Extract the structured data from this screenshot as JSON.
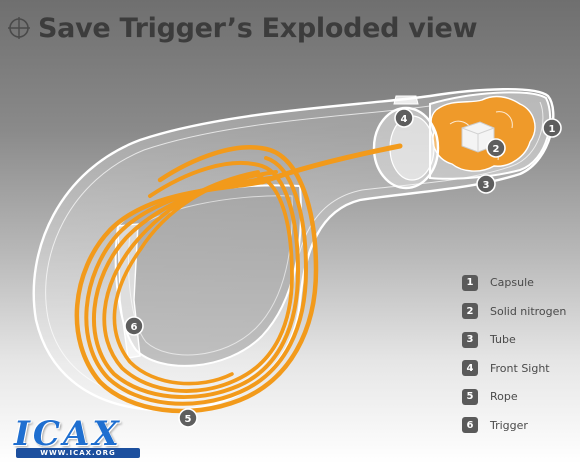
{
  "title": "Save Trigger’s  Exploded view",
  "colors": {
    "rope": "#f29a1b",
    "nitrogen": "#ef9a2a",
    "callout": "#5e5e5e",
    "title": "#3c3c3c",
    "logo": "#1f6fd0"
  },
  "icons": {
    "title_icon": "crosshair-icon"
  },
  "callouts": [
    {
      "number": "1"
    },
    {
      "number": "2"
    },
    {
      "number": "3"
    },
    {
      "number": "4"
    },
    {
      "number": "5"
    },
    {
      "number": "6"
    }
  ],
  "legend": [
    {
      "number": "1",
      "label": "Capsule"
    },
    {
      "number": "2",
      "label": "Solid nitrogen"
    },
    {
      "number": "3",
      "label": "Tube"
    },
    {
      "number": "4",
      "label": "Front Sight"
    },
    {
      "number": "5",
      "label": "Rope"
    },
    {
      "number": "6",
      "label": "Trigger"
    }
  ],
  "logo": {
    "text": "ICAX",
    "url": "WWW.ICAX.ORG"
  }
}
